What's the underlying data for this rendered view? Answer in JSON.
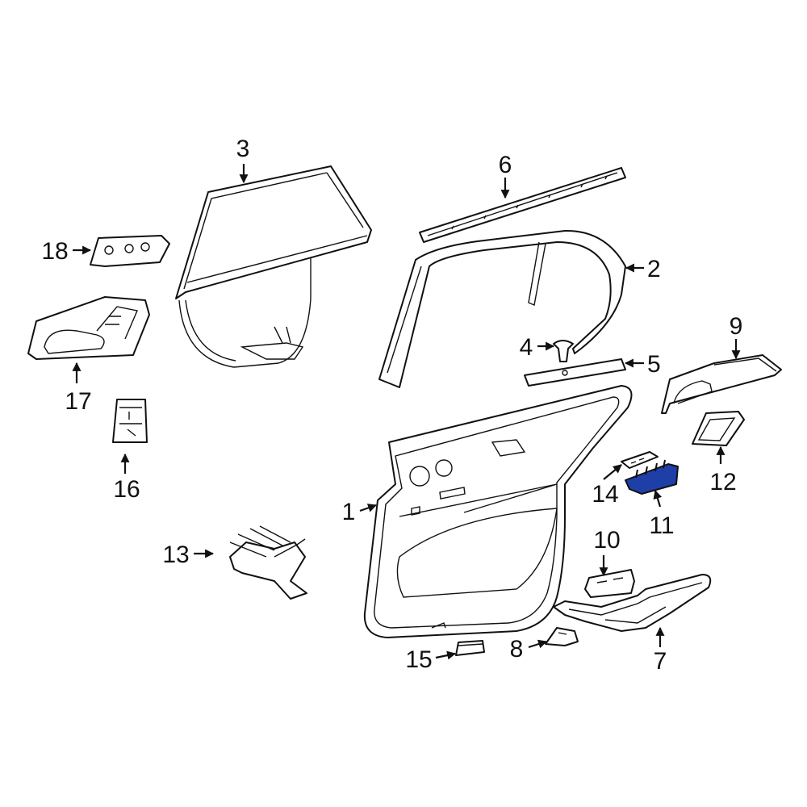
{
  "diagram": {
    "callouts": [
      {
        "id": "1",
        "label": "1"
      },
      {
        "id": "2",
        "label": "2"
      },
      {
        "id": "3",
        "label": "3"
      },
      {
        "id": "4",
        "label": "4"
      },
      {
        "id": "5",
        "label": "5"
      },
      {
        "id": "6",
        "label": "6"
      },
      {
        "id": "7",
        "label": "7"
      },
      {
        "id": "8",
        "label": "8"
      },
      {
        "id": "9",
        "label": "9"
      },
      {
        "id": "10",
        "label": "10"
      },
      {
        "id": "11",
        "label": "11"
      },
      {
        "id": "12",
        "label": "12"
      },
      {
        "id": "13",
        "label": "13"
      },
      {
        "id": "14",
        "label": "14"
      },
      {
        "id": "15",
        "label": "15"
      },
      {
        "id": "16",
        "label": "16"
      },
      {
        "id": "17",
        "label": "17"
      },
      {
        "id": "18",
        "label": "18"
      }
    ],
    "highlight_part": "11",
    "colors": {
      "line": "#111111",
      "highlight": "#1f3fa8",
      "background": "#ffffff"
    }
  }
}
